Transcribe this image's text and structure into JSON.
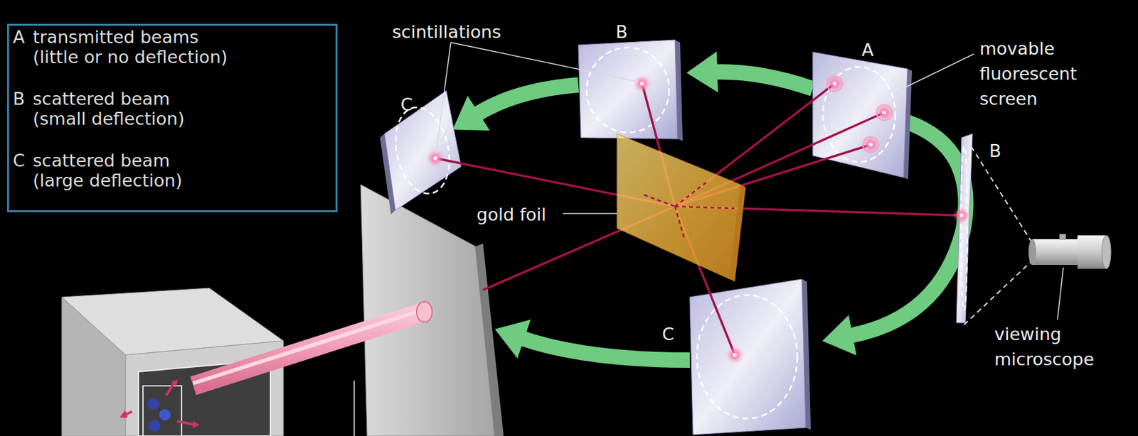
{
  "diagram": {
    "nodes": [
      {
        "text": [
          "A",
          "transmitted beams (little or no deflection)",
          "B",
          "scattered beam (small deflection)",
          "C",
          "scattered beam (large deflection)"
        ]
      }
    ],
    "edges": [],
    "labels": [
      "scintillations",
      "B",
      "C",
      "A",
      "movable fluorescent screen",
      "B",
      "gold foil",
      "C",
      "viewing microscope"
    ]
  }
}
